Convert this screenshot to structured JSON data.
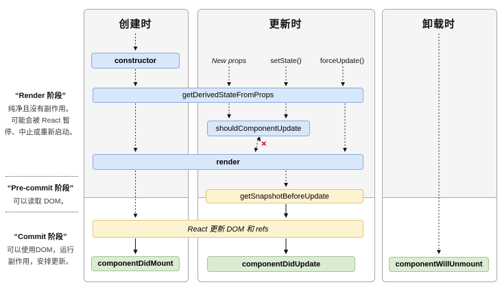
{
  "columns": {
    "mounting": {
      "title": "创建时"
    },
    "updating": {
      "title": "更新时",
      "triggers": {
        "new_props": "New props",
        "set_state": "setState()",
        "force_update": "forceUpdate()"
      }
    },
    "unmounting": {
      "title": "卸载时"
    }
  },
  "phases": {
    "render": {
      "title": "“Render 阶段”",
      "description": "纯净且没有副作用。\n可能会被 React 暂\n停、中止或重新启动。"
    },
    "pre_commit": {
      "title": "“Pre-commit 阶段”",
      "description": "可以读取 DOM。"
    },
    "commit": {
      "title": "“Commit 阶段”",
      "description": "可以使用DOM，运行\n副作用，安排更新。"
    }
  },
  "methods": {
    "constructor": "constructor",
    "get_derived_state_from_props": "getDerivedStateFromProps",
    "should_component_update": "shouldComponentUpdate",
    "render": "render",
    "get_snapshot_before_update": "getSnapshotBeforeUpdate",
    "react_updates_dom": "React 更新 DOM 和 refs",
    "component_did_mount": "componentDidMount",
    "component_did_update": "componentDidUpdate",
    "component_will_unmount": "componentWillUnmount"
  },
  "annotations": {
    "skip_update_mark": "×"
  },
  "colors": {
    "method_blue_fill": "#d9e7fb",
    "method_blue_border": "#86aad9",
    "effect_yellow_fill": "#fcf3d0",
    "effect_yellow_border": "#ddc57e",
    "commit_green_fill": "#dcebd3",
    "commit_green_border": "#a7c396",
    "panel_fill": "#f5f5f5",
    "panel_border": "#a8a8a8",
    "skip_mark_red": "#d40000"
  }
}
